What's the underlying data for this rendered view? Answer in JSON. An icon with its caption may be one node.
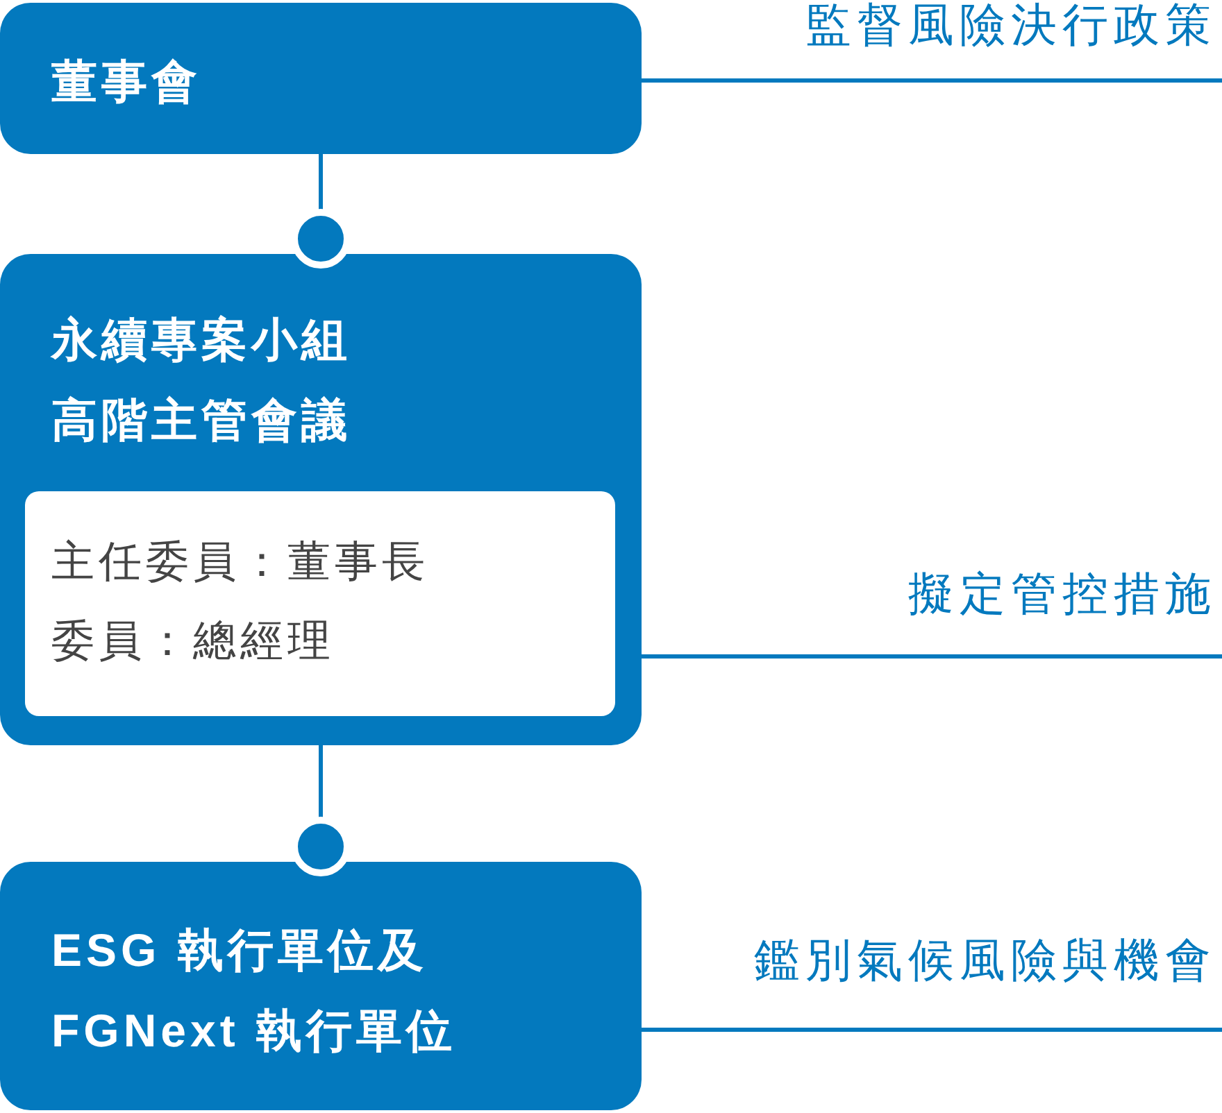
{
  "diagram": {
    "nodes": [
      {
        "text": [
          "董事會"
        ]
      },
      {
        "text": [
          "永續專案小組高階主管會議"
        ]
      },
      {
        "text": [
          "主任委員：董事長",
          "委員：總經理"
        ],
        "in": 1
      },
      {
        "text": [
          "ESG 執行單位及 FGNext 執行單位"
        ]
      }
    ],
    "edges": [
      {
        "from": 0,
        "to": 1,
        "arrow": "other"
      },
      {
        "from": 1,
        "to": 3,
        "arrow": "other"
      },
      {
        "from": 0,
        "to": null,
        "arrow": "none",
        "label": "監督風險決行政策"
      },
      {
        "from": 1,
        "to": null,
        "arrow": "none",
        "label": "擬定管控措施"
      },
      {
        "from": 3,
        "to": null,
        "arrow": "none",
        "label": "鑑別氣候風險與機會"
      }
    ]
  }
}
